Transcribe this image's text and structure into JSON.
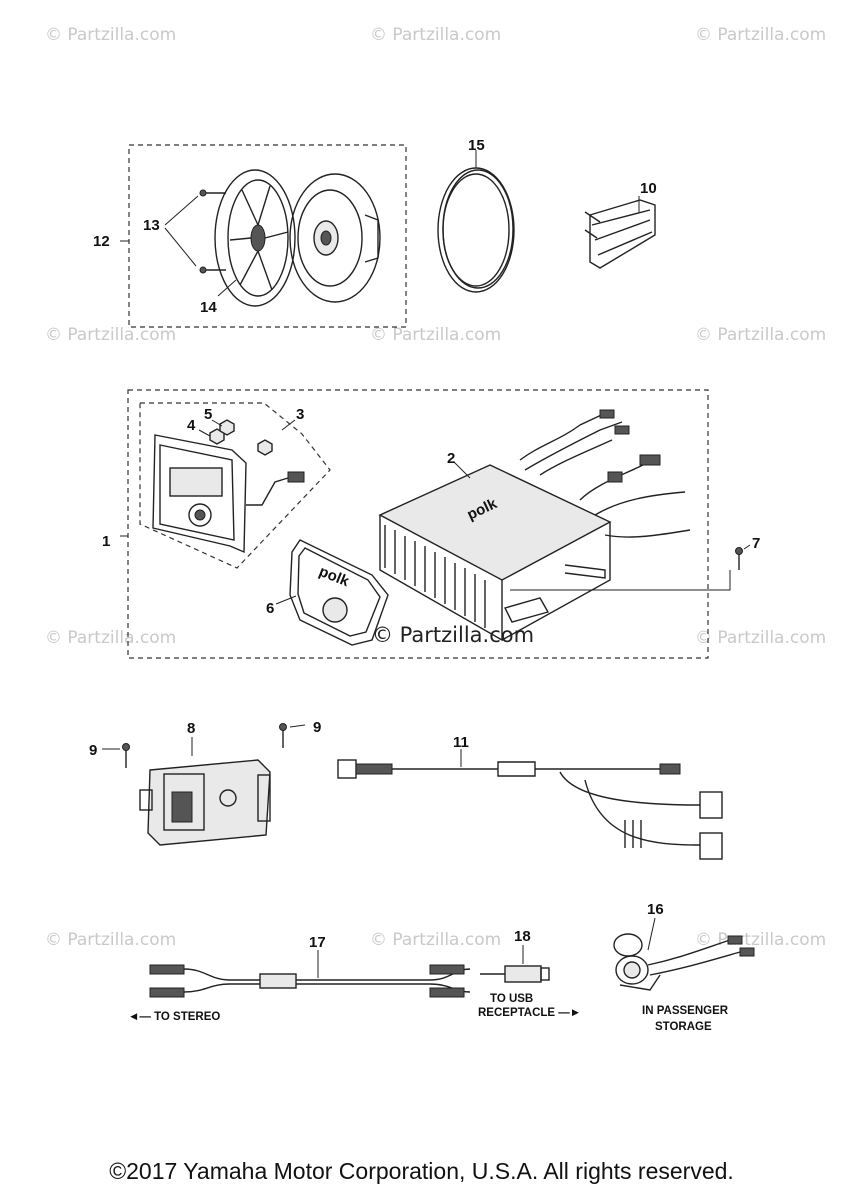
{
  "diagram": {
    "callouts": {
      "c1": "1",
      "c2": "2",
      "c3": "3",
      "c4": "4",
      "c5": "5",
      "c6": "6",
      "c7": "7",
      "c8": "8",
      "c9a": "9",
      "c9b": "9",
      "c10": "10",
      "c11": "11",
      "c12": "12",
      "c13": "13",
      "c14": "14",
      "c15": "15",
      "c16": "16",
      "c17": "17",
      "c18": "18"
    },
    "notes": {
      "to_stereo": "◄— TO STEREO",
      "to_usb_line1": "TO USB",
      "to_usb_line2": "RECEPTACLE —►",
      "passenger_line1": "IN PASSENGER",
      "passenger_line2": "STORAGE"
    },
    "brand_marks": {
      "polk_amp": "polk",
      "polk_cover": "polk"
    },
    "watermark": "© Partzilla.com",
    "watermark_center": "© Partzilla.com"
  },
  "footer": {
    "copyright": "©2017 Yamaha Motor Corporation, U.S.A. All rights reserved."
  }
}
